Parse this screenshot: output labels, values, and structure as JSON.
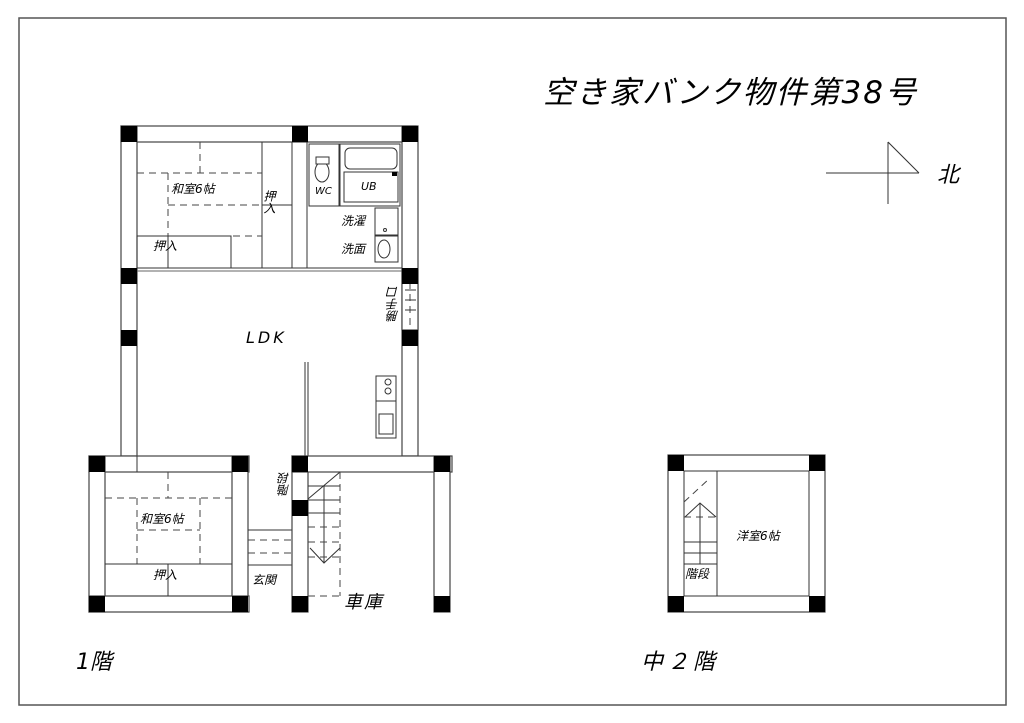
{
  "title": "空き家バンク物件第38号",
  "compass": {
    "label": "北"
  },
  "floor1": {
    "label": "1階",
    "rooms": {
      "washitsu_upper": "和室6帖",
      "oshiire_upper_h": "押入",
      "oshiire_upper_v": "押入",
      "wc": "WC",
      "ub": "UB",
      "sentaku": "洗濯",
      "senmen": "洗面",
      "ldk": "LDK",
      "katteguchi": "勝手口",
      "washitsu_lower": "和室6帖",
      "oshiire_lower": "押入",
      "genkan": "玄関",
      "kaidan": "階段",
      "garage": "車庫"
    }
  },
  "floor_mid2": {
    "label": "中２階",
    "rooms": {
      "yoshitsu": "洋室6帖",
      "kaidan": "階段"
    }
  },
  "colors": {
    "line": "#333333",
    "pillar": "#000000",
    "background": "#ffffff"
  }
}
